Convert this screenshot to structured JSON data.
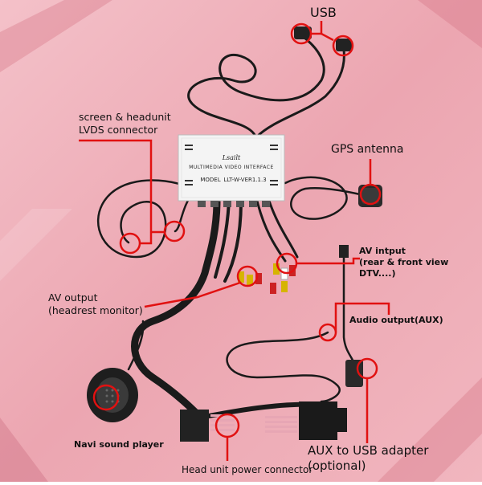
{
  "colors": {
    "background_light": "#f2b9c2",
    "background_dark": "#d87d8c",
    "cable": "#1a1a1a",
    "highlight_red": "#e11111",
    "module_body": "#f4f4f4"
  },
  "module": {
    "brand": "Lsailt",
    "subtitle": "MULTIMEDIA VIDEO INTERFACE",
    "model_label": "MODEL",
    "model": "LLT-W-VER1.1.3"
  },
  "labels": {
    "usb": "USB",
    "lvds_line1": "screen & headunit",
    "lvds_line2": "LVDS connector",
    "gps": "GPS antenna",
    "av_input_line1": "AV intput",
    "av_input_line2": "(rear & front view",
    "av_input_line3": "DTV....)",
    "av_output_line1": "AV output",
    "av_output_line2": "(headrest monitor)",
    "audio_output": "Audio output(AUX)",
    "navi": "Navi sound player",
    "power": "Head unit power connector",
    "aux_line1": "AUX to USB adapter",
    "aux_line2": "(optional)"
  },
  "icons": {
    "gps_antenna": "gps-antenna-icon",
    "speaker": "speaker-icon",
    "usb_plug": "usb-plug-icon"
  }
}
